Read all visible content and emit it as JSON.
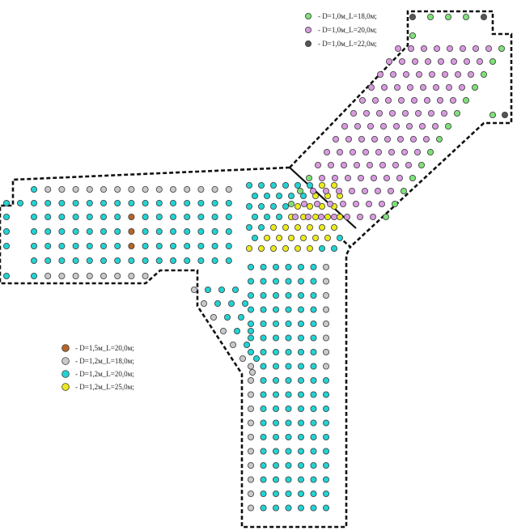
{
  "colors": {
    "brown": "#b5652a",
    "grey": "#c9c9c9",
    "cyan": "#22d3d3",
    "yellow": "#ecea1c",
    "green": "#7fe07a",
    "pink": "#d99be0",
    "dark": "#555555",
    "outline": "#111111"
  },
  "legend_top": [
    {
      "color": "green",
      "label": "- D=1,0м_L=18,0м;"
    },
    {
      "color": "pink",
      "label": "- D=1,0м_L=20,0м;"
    },
    {
      "color": "dark",
      "label": "- D=1,0м_L=22,0м;"
    }
  ],
  "legend_bottom": [
    {
      "color": "brown",
      "label": "- D=1,5м_L=20,0м;"
    },
    {
      "color": "grey",
      "label": "- D=1,2м_L=18,0м;"
    },
    {
      "color": "cyan",
      "label": "- D=1,2м_L=20,0м;"
    },
    {
      "color": "yellow",
      "label": "- D=1,2м_L=25,0м;"
    }
  ]
}
